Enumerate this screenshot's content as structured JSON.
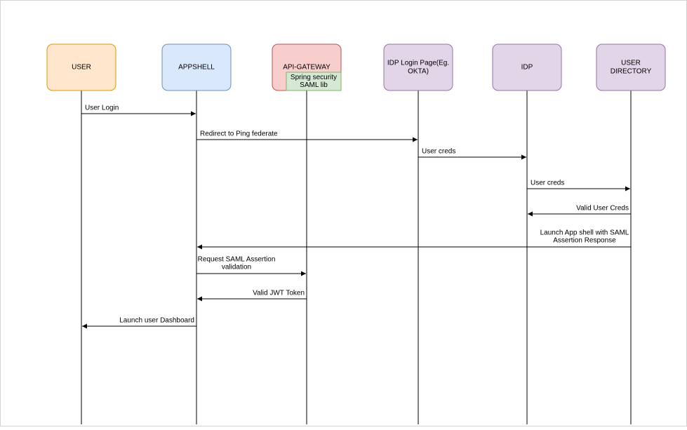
{
  "diagram": {
    "participants": [
      {
        "id": "user",
        "label_lines": [
          "USER"
        ],
        "fill": "#ffe6cc",
        "stroke": "#d79b00"
      },
      {
        "id": "appshell",
        "label_lines": [
          "APPSHELL"
        ],
        "fill": "#dae8fc",
        "stroke": "#6c8ebf"
      },
      {
        "id": "api-gateway",
        "label_lines": [
          "API-GATEWAY"
        ],
        "fill": "#f8cecc",
        "stroke": "#b85450",
        "sub_box": {
          "label_lines": [
            "Spring security",
            "SAML lib"
          ],
          "fill": "#d5e8d4",
          "stroke": "#82b366"
        }
      },
      {
        "id": "idp-login-page",
        "label_lines": [
          "IDP Login Page(Eg.",
          "OKTA)"
        ],
        "fill": "#e1d5e7",
        "stroke": "#9673a6"
      },
      {
        "id": "idp",
        "label_lines": [
          "IDP"
        ],
        "fill": "#e1d5e7",
        "stroke": "#9673a6"
      },
      {
        "id": "user-directory",
        "label_lines": [
          "USER",
          "DIRECTORY"
        ],
        "fill": "#e1d5e7",
        "stroke": "#9673a6"
      }
    ],
    "messages": [
      {
        "from": "user",
        "to": "appshell",
        "label_lines": [
          "User Login"
        ]
      },
      {
        "from": "appshell",
        "to": "idp-login-page",
        "label_lines": [
          "Redirect to Ping federate"
        ]
      },
      {
        "from": "idp-login-page",
        "to": "idp",
        "label_lines": [
          "User creds"
        ]
      },
      {
        "from": "idp",
        "to": "user-directory",
        "label_lines": [
          "User creds"
        ]
      },
      {
        "from": "user-directory",
        "to": "idp",
        "label_lines": [
          "Valid User Creds"
        ]
      },
      {
        "from": "user-directory",
        "to": "appshell",
        "label_lines": [
          "Launch App shell with SAML",
          "Assertion Response"
        ]
      },
      {
        "from": "appshell",
        "to": "api-gateway",
        "label_lines": [
          "Request SAML Assertion",
          "validation"
        ]
      },
      {
        "from": "api-gateway",
        "to": "appshell",
        "label_lines": [
          "Valid JWT Token"
        ]
      },
      {
        "from": "appshell",
        "to": "user",
        "label_lines": [
          "Launch user Dashboard"
        ]
      }
    ]
  }
}
